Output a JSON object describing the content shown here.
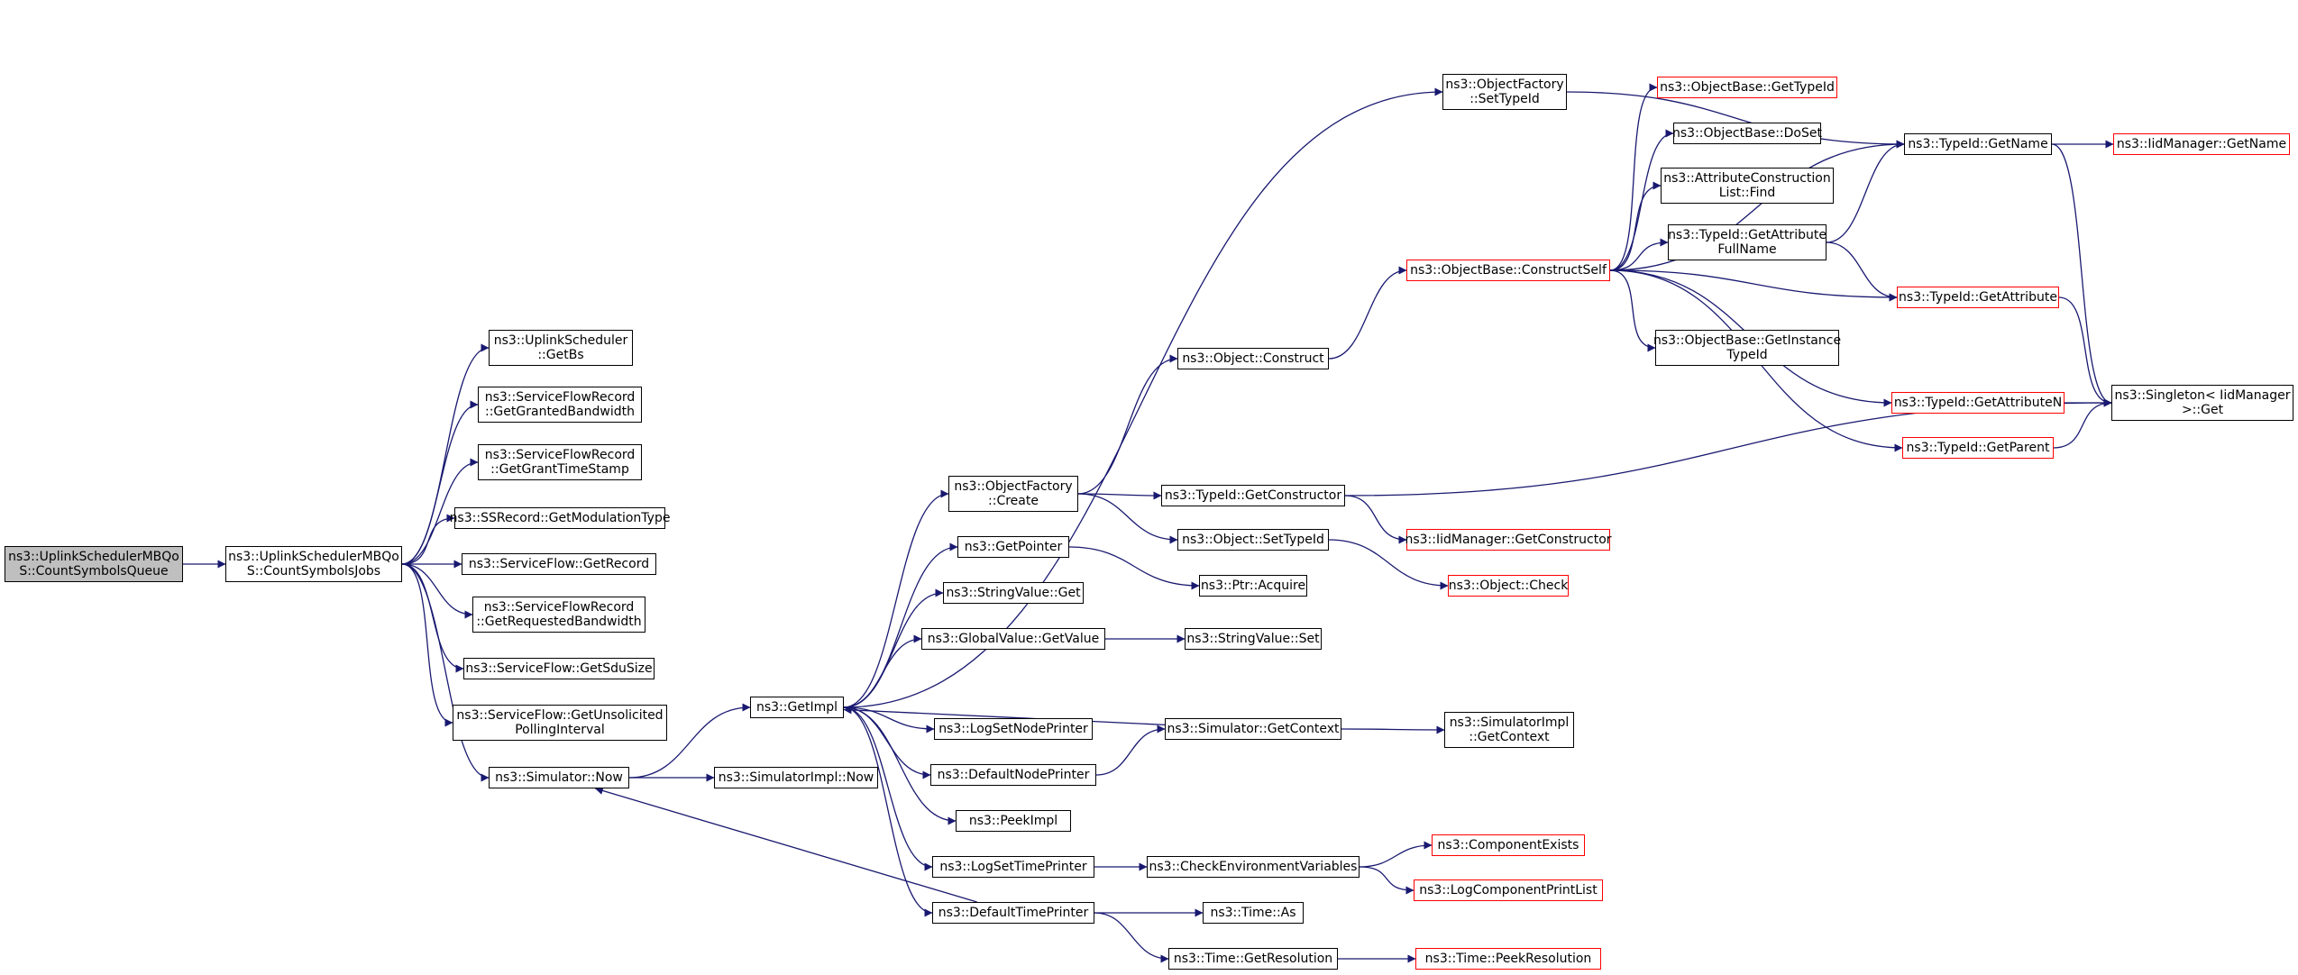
{
  "colors": {
    "edge": "#191970",
    "border": "#000000",
    "incomplete": "#ff0000",
    "root_fill": "#bfbfbf"
  },
  "nodes": [
    {
      "id": "root",
      "label": "ns3::UplinkSchedulerMBQo\nS::CountSymbolsQueue",
      "style": "root"
    },
    {
      "id": "csj",
      "label": "ns3::UplinkSchedulerMBQo\nS::CountSymbolsJobs",
      "style": "normal"
    },
    {
      "id": "getbs",
      "label": "ns3::UplinkScheduler\n::GetBs",
      "style": "normal"
    },
    {
      "id": "ggb",
      "label": "ns3::ServiceFlowRecord\n::GetGrantedBandwidth",
      "style": "normal"
    },
    {
      "id": "ggts",
      "label": "ns3::ServiceFlowRecord\n::GetGrantTimeStamp",
      "style": "normal"
    },
    {
      "id": "gmt",
      "label": "ns3::SSRecord::GetModulationType",
      "style": "normal"
    },
    {
      "id": "grec",
      "label": "ns3::ServiceFlow::GetRecord",
      "style": "normal"
    },
    {
      "id": "grb",
      "label": "ns3::ServiceFlowRecord\n::GetRequestedBandwidth",
      "style": "normal"
    },
    {
      "id": "gsdu",
      "label": "ns3::ServiceFlow::GetSduSize",
      "style": "normal"
    },
    {
      "id": "gupi",
      "label": "ns3::ServiceFlow::GetUnsolicited\nPollingInterval",
      "style": "normal"
    },
    {
      "id": "now",
      "label": "ns3::Simulator::Now",
      "style": "normal"
    },
    {
      "id": "implnow",
      "label": "ns3::SimulatorImpl::Now",
      "style": "normal"
    },
    {
      "id": "getimpl",
      "label": "ns3::GetImpl",
      "style": "normal"
    },
    {
      "id": "ofset",
      "label": "ns3::ObjectFactory\n::SetTypeId",
      "style": "normal"
    },
    {
      "id": "ofcreate",
      "label": "ns3::ObjectFactory\n::Create",
      "style": "normal"
    },
    {
      "id": "getptr",
      "label": "ns3::GetPointer",
      "style": "normal"
    },
    {
      "id": "svget",
      "label": "ns3::StringValue::Get",
      "style": "normal"
    },
    {
      "id": "gvget",
      "label": "ns3::GlobalValue::GetValue",
      "style": "normal"
    },
    {
      "id": "lsnp",
      "label": "ns3::LogSetNodePrinter",
      "style": "normal"
    },
    {
      "id": "dnp",
      "label": "ns3::DefaultNodePrinter",
      "style": "normal"
    },
    {
      "id": "peek",
      "label": "ns3::PeekImpl",
      "style": "normal"
    },
    {
      "id": "lstp",
      "label": "ns3::LogSetTimePrinter",
      "style": "normal"
    },
    {
      "id": "dtp",
      "label": "ns3::DefaultTimePrinter",
      "style": "normal"
    },
    {
      "id": "oconstruct",
      "label": "ns3::Object::Construct",
      "style": "normal"
    },
    {
      "id": "tidgc",
      "label": "ns3::TypeId::GetConstructor",
      "style": "normal"
    },
    {
      "id": "osettid",
      "label": "ns3::Object::SetTypeId",
      "style": "normal"
    },
    {
      "id": "ptracq",
      "label": "ns3::Ptr::Acquire",
      "style": "normal"
    },
    {
      "id": "svset",
      "label": "ns3::StringValue::Set",
      "style": "normal"
    },
    {
      "id": "simgc",
      "label": "ns3::Simulator::GetContext",
      "style": "normal"
    },
    {
      "id": "cev",
      "label": "ns3::CheckEnvironmentVariables",
      "style": "normal"
    },
    {
      "id": "timeas",
      "label": "ns3::Time::As",
      "style": "normal"
    },
    {
      "id": "timegr",
      "label": "ns3::Time::GetResolution",
      "style": "normal"
    },
    {
      "id": "obcs",
      "label": "ns3::ObjectBase::ConstructSelf",
      "style": "red"
    },
    {
      "id": "iidgc",
      "label": "ns3::IidManager::GetConstructor",
      "style": "red"
    },
    {
      "id": "ocheck",
      "label": "ns3::Object::Check",
      "style": "red"
    },
    {
      "id": "simimplgc",
      "label": "ns3::SimulatorImpl\n::GetContext",
      "style": "normal"
    },
    {
      "id": "compex",
      "label": "ns3::ComponentExists",
      "style": "red"
    },
    {
      "id": "lcpl",
      "label": "ns3::LogComponentPrintList",
      "style": "red"
    },
    {
      "id": "tpr",
      "label": "ns3::Time::PeekResolution",
      "style": "red"
    },
    {
      "id": "obgti",
      "label": "ns3::ObjectBase::GetTypeId",
      "style": "red"
    },
    {
      "id": "obdoset",
      "label": "ns3::ObjectBase::DoSet",
      "style": "normal"
    },
    {
      "id": "aclf",
      "label": "ns3::AttributeConstruction\nList::Find",
      "style": "normal"
    },
    {
      "id": "tidgafn",
      "label": "ns3::TypeId::GetAttribute\nFullName",
      "style": "normal"
    },
    {
      "id": "obgit",
      "label": "ns3::ObjectBase::GetInstance\nTypeId",
      "style": "normal"
    },
    {
      "id": "tidgn",
      "label": "ns3::TypeId::GetName",
      "style": "normal"
    },
    {
      "id": "tidga",
      "label": "ns3::TypeId::GetAttribute",
      "style": "red"
    },
    {
      "id": "tidgan",
      "label": "ns3::TypeId::GetAttributeN",
      "style": "red"
    },
    {
      "id": "tidgp",
      "label": "ns3::TypeId::GetParent",
      "style": "red"
    },
    {
      "id": "iidgn",
      "label": "ns3::IidManager::GetName",
      "style": "red"
    },
    {
      "id": "singget",
      "label": "ns3::Singleton< IidManager\n>::Get",
      "style": "normal"
    }
  ],
  "edges": [
    [
      "root",
      "csj"
    ],
    [
      "csj",
      "getbs"
    ],
    [
      "csj",
      "ggb"
    ],
    [
      "csj",
      "ggts"
    ],
    [
      "csj",
      "gmt"
    ],
    [
      "csj",
      "grec"
    ],
    [
      "csj",
      "grb"
    ],
    [
      "csj",
      "gsdu"
    ],
    [
      "csj",
      "gupi"
    ],
    [
      "csj",
      "now"
    ],
    [
      "now",
      "getimpl"
    ],
    [
      "now",
      "implnow"
    ],
    [
      "getimpl",
      "ofset"
    ],
    [
      "getimpl",
      "ofcreate"
    ],
    [
      "getimpl",
      "getptr"
    ],
    [
      "getimpl",
      "svget"
    ],
    [
      "getimpl",
      "gvget"
    ],
    [
      "getimpl",
      "lsnp"
    ],
    [
      "getimpl",
      "dnp"
    ],
    [
      "getimpl",
      "peek"
    ],
    [
      "getimpl",
      "lstp"
    ],
    [
      "getimpl",
      "dtp"
    ],
    [
      "ofcreate",
      "oconstruct"
    ],
    [
      "ofcreate",
      "tidgc"
    ],
    [
      "ofcreate",
      "osettid"
    ],
    [
      "getptr",
      "ptracq"
    ],
    [
      "gvget",
      "svset"
    ],
    [
      "dnp",
      "simgc"
    ],
    [
      "simgc",
      "getimpl"
    ],
    [
      "simgc",
      "simimplgc"
    ],
    [
      "lstp",
      "cev"
    ],
    [
      "dtp",
      "now"
    ],
    [
      "dtp",
      "timeas"
    ],
    [
      "dtp",
      "timegr"
    ],
    [
      "oconstruct",
      "obcs"
    ],
    [
      "tidgc",
      "iidgc"
    ],
    [
      "tidgc",
      "singget"
    ],
    [
      "osettid",
      "ocheck"
    ],
    [
      "cev",
      "compex"
    ],
    [
      "cev",
      "lcpl"
    ],
    [
      "timegr",
      "tpr"
    ],
    [
      "obcs",
      "obgti"
    ],
    [
      "obcs",
      "obdoset"
    ],
    [
      "obcs",
      "aclf"
    ],
    [
      "obcs",
      "tidgafn"
    ],
    [
      "obcs",
      "obgit"
    ],
    [
      "obcs",
      "tidgn"
    ],
    [
      "obcs",
      "tidga"
    ],
    [
      "obcs",
      "tidgan"
    ],
    [
      "obcs",
      "tidgp"
    ],
    [
      "ofset",
      "tidgn"
    ],
    [
      "tidgafn",
      "tidgn"
    ],
    [
      "tidgafn",
      "tidga"
    ],
    [
      "tidgn",
      "iidgn"
    ],
    [
      "tidgn",
      "singget"
    ],
    [
      "tidga",
      "singget"
    ],
    [
      "tidgan",
      "singget"
    ],
    [
      "tidgp",
      "singget"
    ]
  ]
}
